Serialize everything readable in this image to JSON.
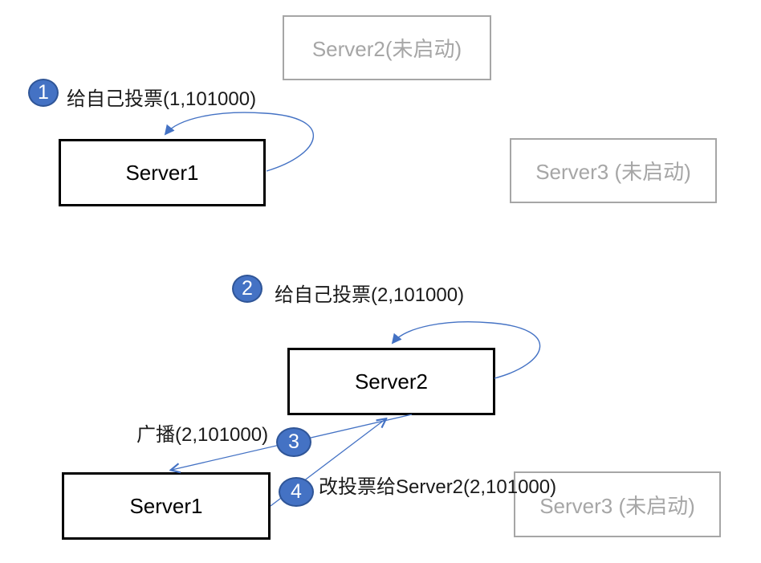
{
  "colors": {
    "accent_blue": "#4472C4",
    "badge_border_blue": "#2F5597",
    "inactive_gray": "#A6A6A6",
    "active_box_border": "#000000",
    "background": "#FFFFFF"
  },
  "phase1": {
    "step_badge": "1",
    "step_label": "给自己投票(1,101000)",
    "server1_label": "Server1",
    "server2_inactive_label": "Server2(未启动)",
    "server3_inactive_label": "Server3 (未启动)"
  },
  "phase2": {
    "step_badge": "2",
    "step_label": "给自己投票(2,101000)",
    "server2_label": "Server2",
    "broadcast_badge": "3",
    "broadcast_label": "广播(2,101000)",
    "revote_badge": "4",
    "revote_label": "改投票给Server2(2,101000)",
    "server1_label": "Server1",
    "server3_inactive_label": "Server3 (未启动)"
  }
}
